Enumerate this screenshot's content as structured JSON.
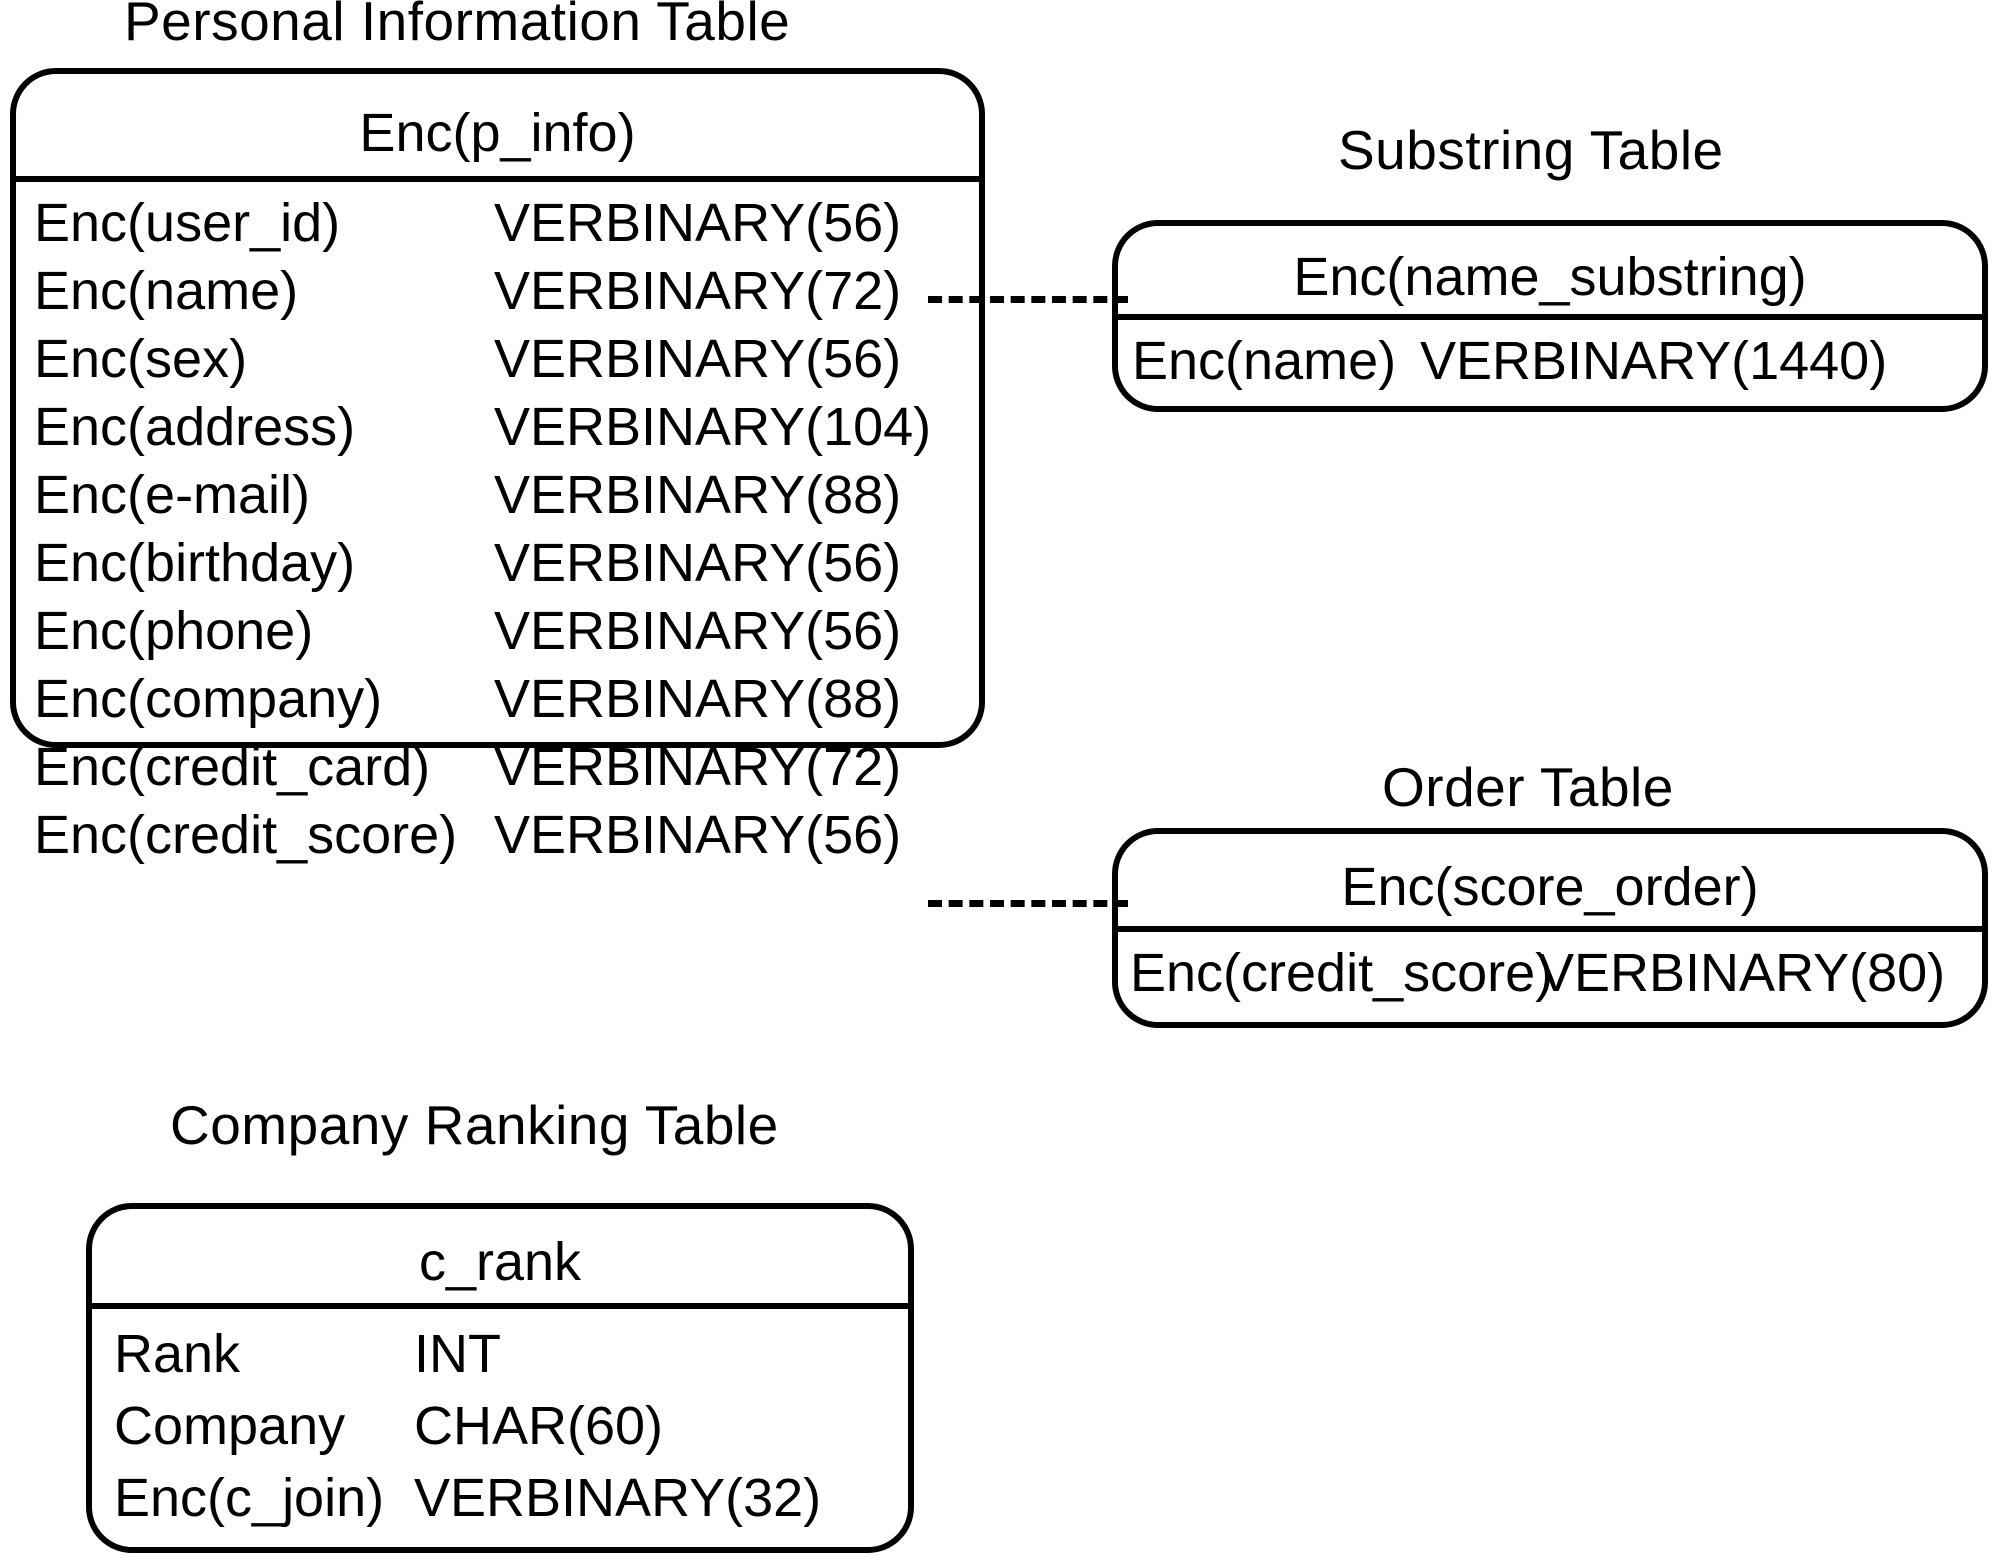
{
  "diagram": {
    "tables": [
      {
        "caption": "Personal Information Table",
        "entity_name": "Enc(p_info)",
        "fields": [
          {
            "name": "Enc(user_id)",
            "type": "VERBINARY(56)"
          },
          {
            "name": "Enc(name)",
            "type": "VERBINARY(72)"
          },
          {
            "name": "Enc(sex)",
            "type": "VERBINARY(56)"
          },
          {
            "name": "Enc(address)",
            "type": "VERBINARY(104)"
          },
          {
            "name": "Enc(e-mail)",
            "type": "VERBINARY(88)"
          },
          {
            "name": "Enc(birthday)",
            "type": "VERBINARY(56)"
          },
          {
            "name": "Enc(phone)",
            "type": "VERBINARY(56)"
          },
          {
            "name": "Enc(company)",
            "type": "VERBINARY(88)"
          },
          {
            "name": "Enc(credit_card)",
            "type": "VERBINARY(72)"
          },
          {
            "name": "Enc(credit_score)",
            "type": "VERBINARY(56)"
          }
        ]
      },
      {
        "caption": "Substring Table",
        "entity_name": "Enc(name_substring)",
        "fields": [
          {
            "name": "Enc(name)",
            "type": "VERBINARY(1440)"
          }
        ]
      },
      {
        "caption": "Order Table",
        "entity_name": "Enc(score_order)",
        "fields": [
          {
            "name": "Enc(credit_score)",
            "type": "VERBINARY(80)"
          }
        ]
      },
      {
        "caption": "Company Ranking Table",
        "entity_name": "c_rank",
        "fields": [
          {
            "name": "Rank",
            "type": "INT"
          },
          {
            "name": "Company",
            "type": "CHAR(60)"
          },
          {
            "name": "Enc(c_join)",
            "type": "VERBINARY(32)"
          }
        ]
      }
    ],
    "connectors": [
      {
        "from": "Enc(p_info).Enc(name)",
        "to": "Enc(name_substring)",
        "style": "dashed"
      },
      {
        "from": "Enc(p_info).Enc(credit_score)",
        "to": "Enc(score_order)",
        "style": "dashed"
      }
    ],
    "colors": {
      "stroke": "#000000",
      "background": "#ffffff",
      "text": "#000000"
    }
  }
}
